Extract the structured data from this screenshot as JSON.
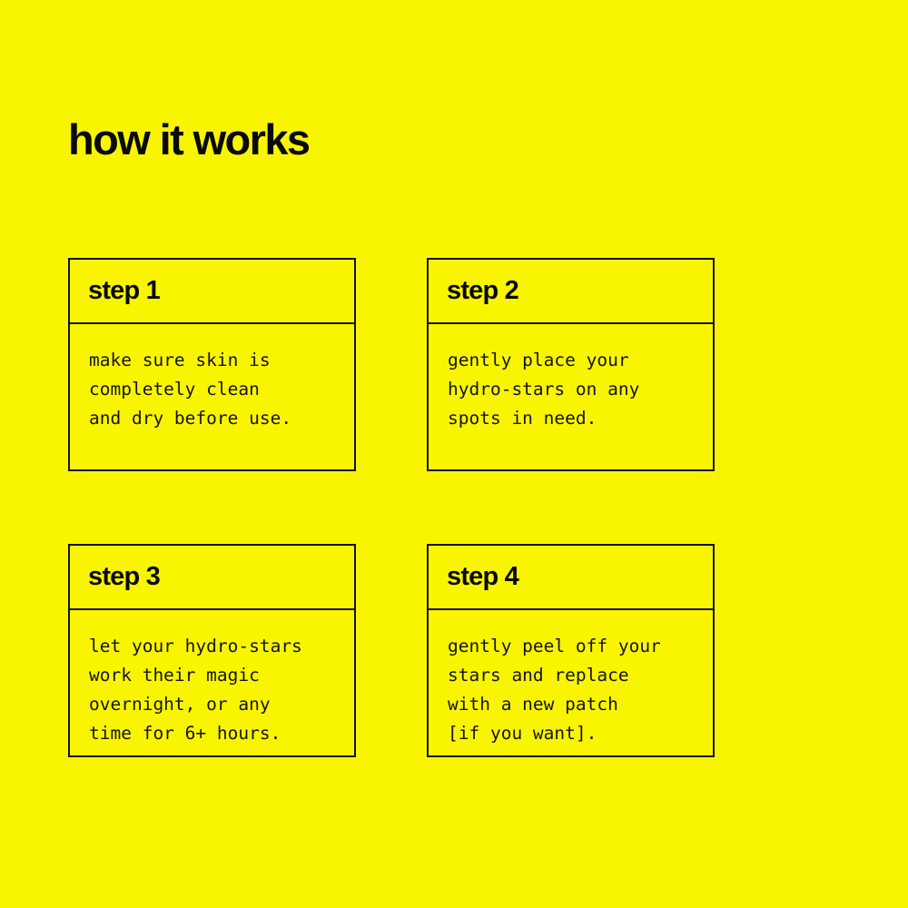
{
  "page": {
    "background_color": "#f9f500",
    "text_color": "#0a0a0a",
    "border_color": "#121212",
    "title": "how it works"
  },
  "steps": [
    {
      "title": "step 1",
      "body": "make sure skin is\ncompletely clean\nand dry before use."
    },
    {
      "title": "step 2",
      "body": "gently place your\nhydro-stars on any\nspots in need."
    },
    {
      "title": "step 3",
      "body": "let your hydro-stars\nwork their magic\novernight, or any\ntime for 6+ hours."
    },
    {
      "title": "step 4",
      "body": "gently peel off your\nstars and replace\nwith a new patch\n[if you want]."
    }
  ]
}
